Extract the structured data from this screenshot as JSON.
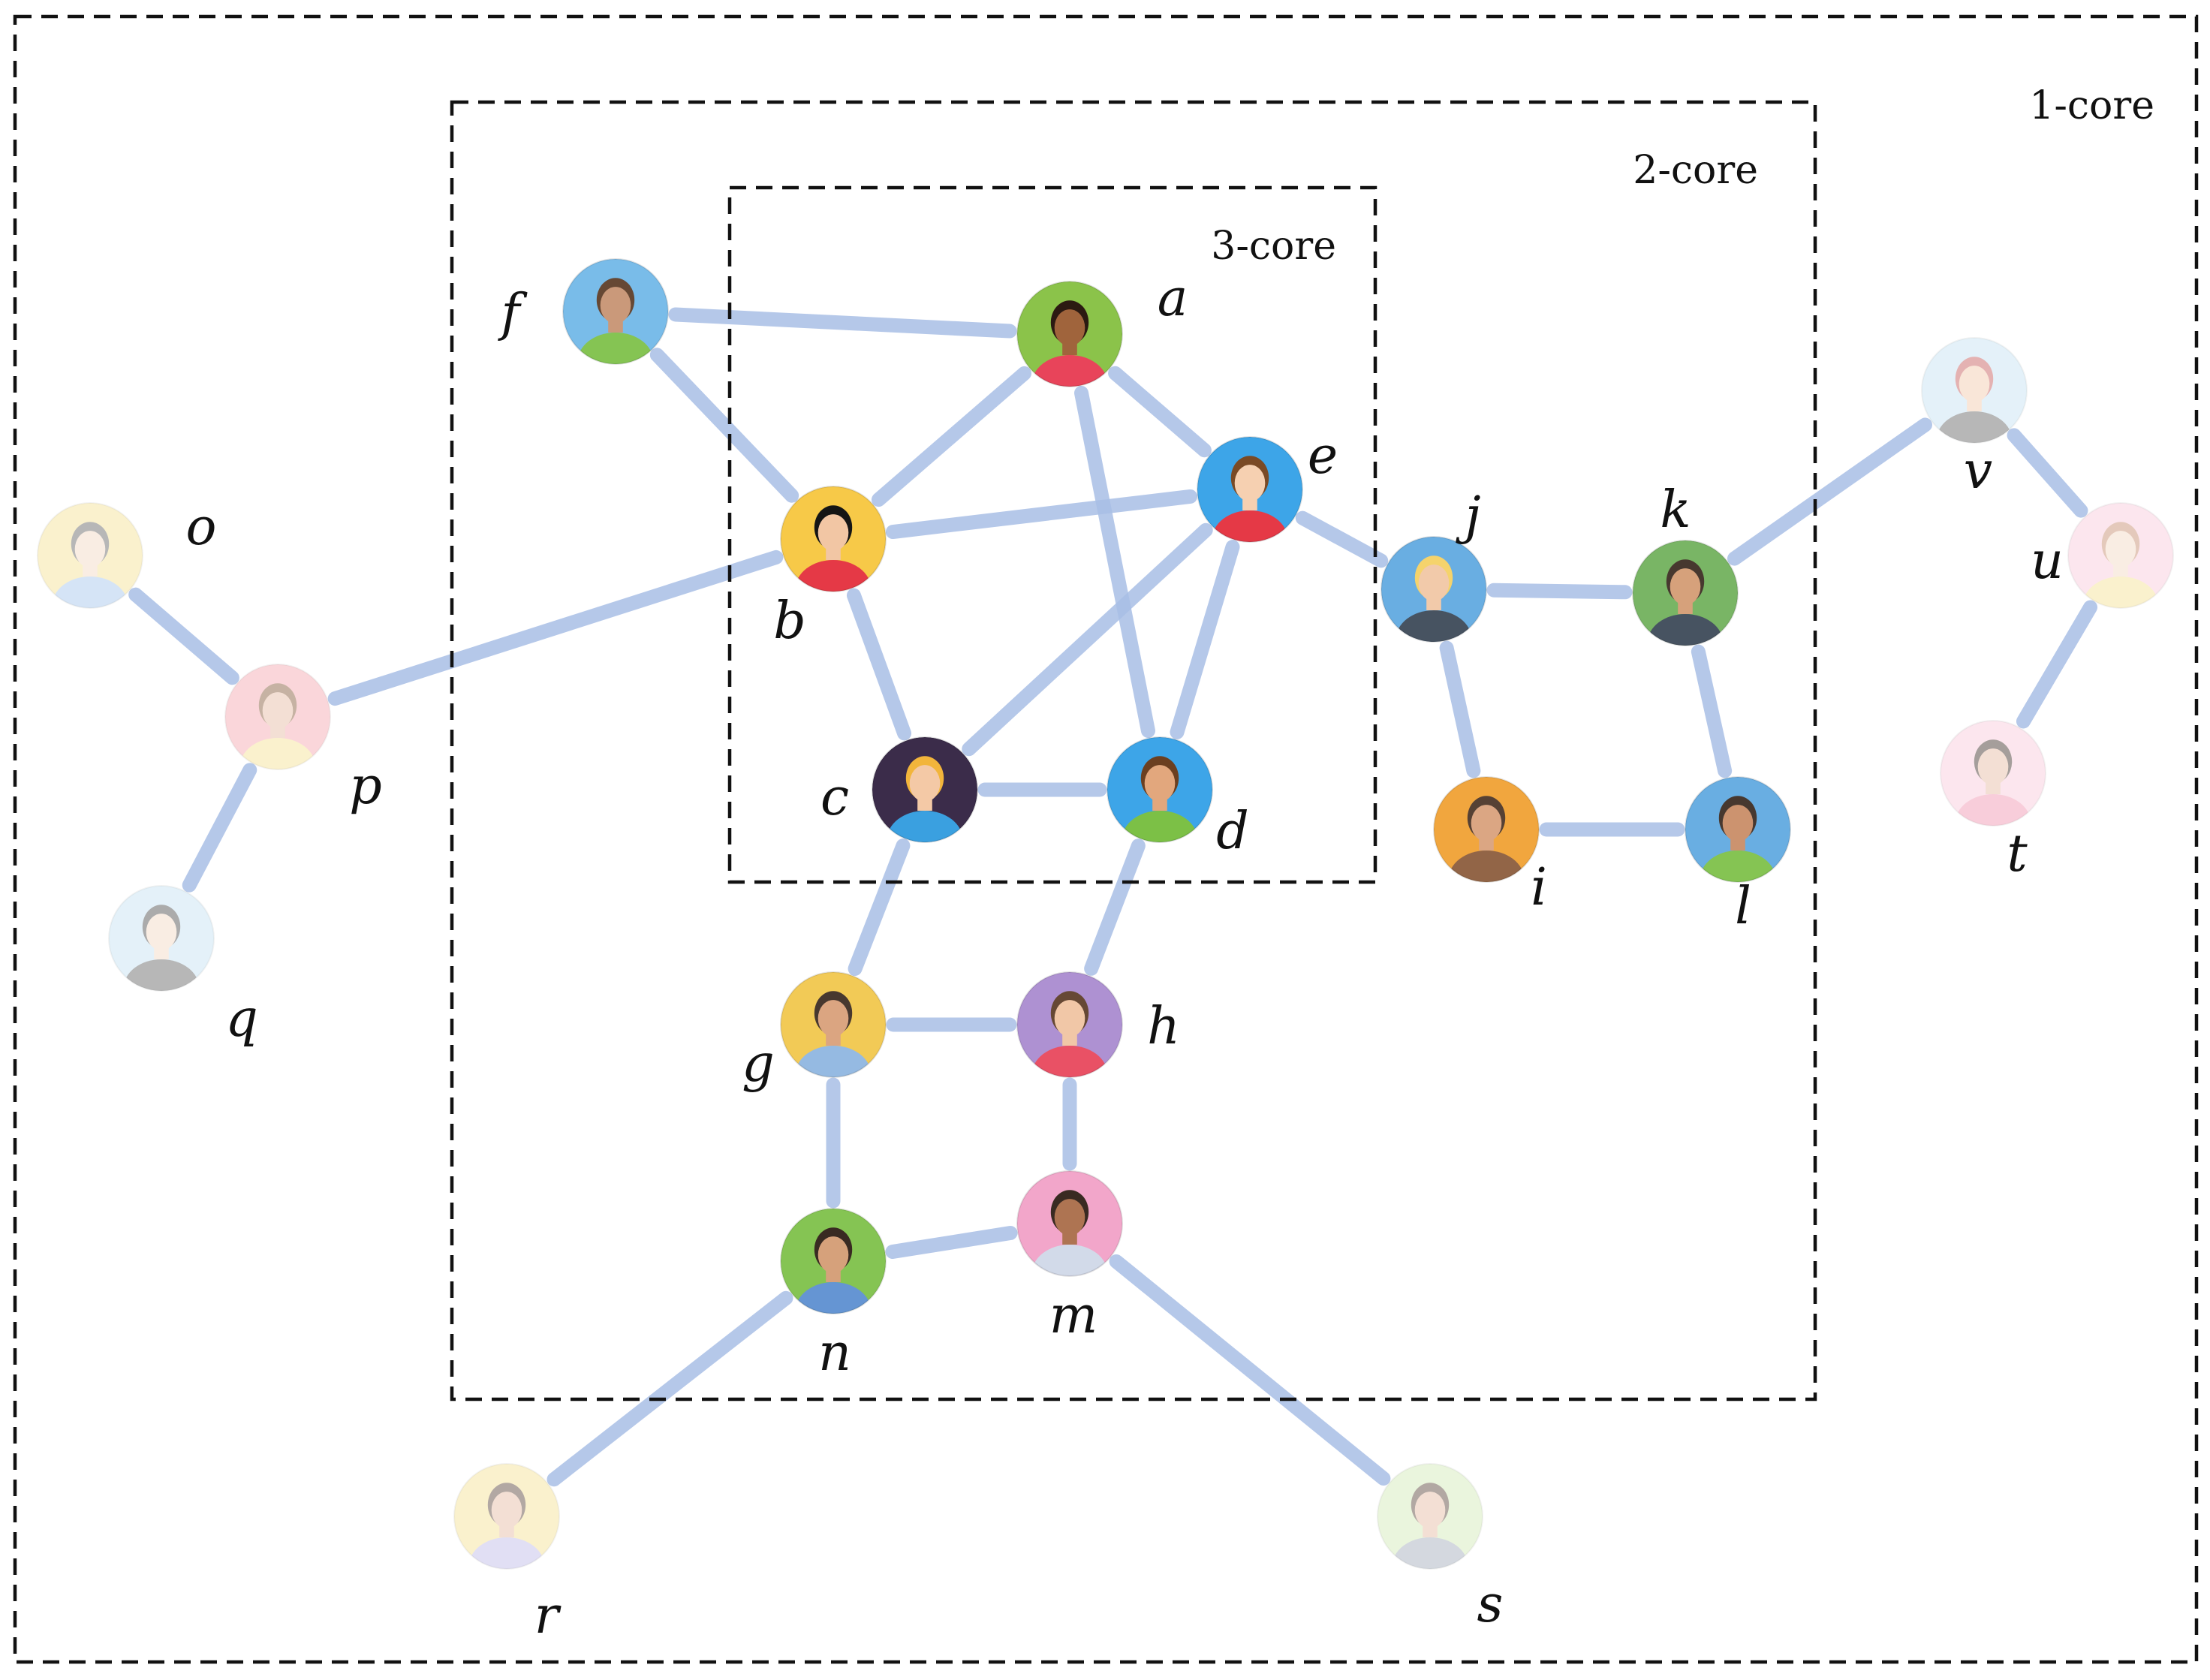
{
  "cores": [
    {
      "id": "core1",
      "label": "1-core"
    },
    {
      "id": "core2",
      "label": "2-core"
    },
    {
      "id": "core3",
      "label": "3-core"
    }
  ],
  "nodes": [
    {
      "id": "a",
      "label": "a",
      "core": 3,
      "bg": "#8bc34a",
      "skin": "#a0643c",
      "hair": "#2b1a12",
      "shirt": "#e8445a"
    },
    {
      "id": "b",
      "label": "b",
      "core": 3,
      "bg": "#f7c948",
      "skin": "#f2c6a4",
      "hair": "#151515",
      "shirt": "#e53946"
    },
    {
      "id": "c",
      "label": "c",
      "core": 3,
      "bg": "#3b2c4a",
      "skin": "#f4c9a6",
      "hair": "#f2b53b",
      "shirt": "#3aa0e0"
    },
    {
      "id": "d",
      "label": "d",
      "core": 3,
      "bg": "#3da5e8",
      "skin": "#e2a77d",
      "hair": "#6b3f20",
      "shirt": "#7cc046"
    },
    {
      "id": "e",
      "label": "e",
      "core": 3,
      "bg": "#3da5e8",
      "skin": "#f6d0b1",
      "hair": "#7a4a25",
      "shirt": "#e53946"
    },
    {
      "id": "f",
      "label": "f",
      "core": 2,
      "bg": "#6fb7e8",
      "skin": "#c79270",
      "hair": "#5b3b25",
      "shirt": "#7cc046"
    },
    {
      "id": "g",
      "label": "g",
      "core": 2,
      "bg": "#f2c64a",
      "skin": "#d99f78",
      "hair": "#3a2a20",
      "shirt": "#8eb5e0"
    },
    {
      "id": "h",
      "label": "h",
      "core": 2,
      "bg": "#a889cf",
      "skin": "#f0c3a1",
      "hair": "#5b3b25",
      "shirt": "#e8445a"
    },
    {
      "id": "i",
      "label": "i",
      "core": 2,
      "bg": "#f0a030",
      "skin": "#d9a07a",
      "hair": "#4a3325",
      "shirt": "#8a5a3a"
    },
    {
      "id": "j",
      "label": "j",
      "core": 2,
      "bg": "#5ea8e0",
      "skin": "#f2c6a4",
      "hair": "#f5d061",
      "shirt": "#3a4656"
    },
    {
      "id": "k",
      "label": "k",
      "core": 2,
      "bg": "#6fb05a",
      "skin": "#d39a72",
      "hair": "#3a2a20",
      "shirt": "#3a4656"
    },
    {
      "id": "l",
      "label": "l",
      "core": 2,
      "bg": "#5ea8e0",
      "skin": "#c98b65",
      "hair": "#3a2a20",
      "shirt": "#7cc046"
    },
    {
      "id": "m",
      "label": "m",
      "core": 2,
      "bg": "#f2a0c6",
      "skin": "#a86a45",
      "hair": "#2b1a12",
      "shirt": "#cfd8e8"
    },
    {
      "id": "n",
      "label": "n",
      "core": 2,
      "bg": "#7cc046",
      "skin": "#d39a72",
      "hair": "#2b1a12",
      "shirt": "#5a8ed0"
    },
    {
      "id": "o",
      "label": "o",
      "core": 1,
      "bg": "#f5e08a",
      "skin": "#f2d5bd",
      "hair": "#555555",
      "shirt": "#9cc0ea"
    },
    {
      "id": "p",
      "label": "p",
      "core": 1,
      "bg": "#f5a0a8",
      "skin": "#e4b59a",
      "hair": "#7a4a25",
      "shirt": "#f5e08a"
    },
    {
      "id": "q",
      "label": "q",
      "core": 1,
      "bg": "#bfe0f2",
      "skin": "#f2d5bd",
      "hair": "#3a3a3a",
      "shirt": "#555555"
    },
    {
      "id": "r",
      "label": "r",
      "core": 1,
      "bg": "#f5e08a",
      "skin": "#e4b59a",
      "hair": "#4a3325",
      "shirt": "#b9b4e6"
    },
    {
      "id": "s",
      "label": "s",
      "core": 1,
      "bg": "#cfe8b0",
      "skin": "#e4b59a",
      "hair": "#4a3325",
      "shirt": "#9aa4b4"
    },
    {
      "id": "t",
      "label": "t",
      "core": 1,
      "bg": "#f8c6d8",
      "skin": "#e4b59a",
      "hair": "#2b1a12",
      "shirt": "#f08aa8"
    },
    {
      "id": "u",
      "label": "u",
      "core": 1,
      "bg": "#f8c6d8",
      "skin": "#f2d5bd",
      "hair": "#c08060",
      "shirt": "#f5e08a"
    },
    {
      "id": "v",
      "label": "v",
      "core": 1,
      "bg": "#bfe0f2",
      "skin": "#f2c6a4",
      "hair": "#c04a4a",
      "shirt": "#555555"
    }
  ],
  "edges": [
    [
      "f",
      "a"
    ],
    [
      "f",
      "b"
    ],
    [
      "a",
      "b"
    ],
    [
      "a",
      "e"
    ],
    [
      "a",
      "d"
    ],
    [
      "b",
      "e"
    ],
    [
      "b",
      "c"
    ],
    [
      "b",
      "p"
    ],
    [
      "e",
      "c"
    ],
    [
      "e",
      "d"
    ],
    [
      "e",
      "j"
    ],
    [
      "c",
      "d"
    ],
    [
      "c",
      "g"
    ],
    [
      "d",
      "h"
    ],
    [
      "g",
      "h"
    ],
    [
      "g",
      "n"
    ],
    [
      "h",
      "m"
    ],
    [
      "n",
      "m"
    ],
    [
      "n",
      "r"
    ],
    [
      "m",
      "s"
    ],
    [
      "j",
      "k"
    ],
    [
      "j",
      "i"
    ],
    [
      "k",
      "l"
    ],
    [
      "i",
      "l"
    ],
    [
      "k",
      "v"
    ],
    [
      "v",
      "u"
    ],
    [
      "u",
      "t"
    ],
    [
      "o",
      "p"
    ],
    [
      "p",
      "q"
    ]
  ]
}
